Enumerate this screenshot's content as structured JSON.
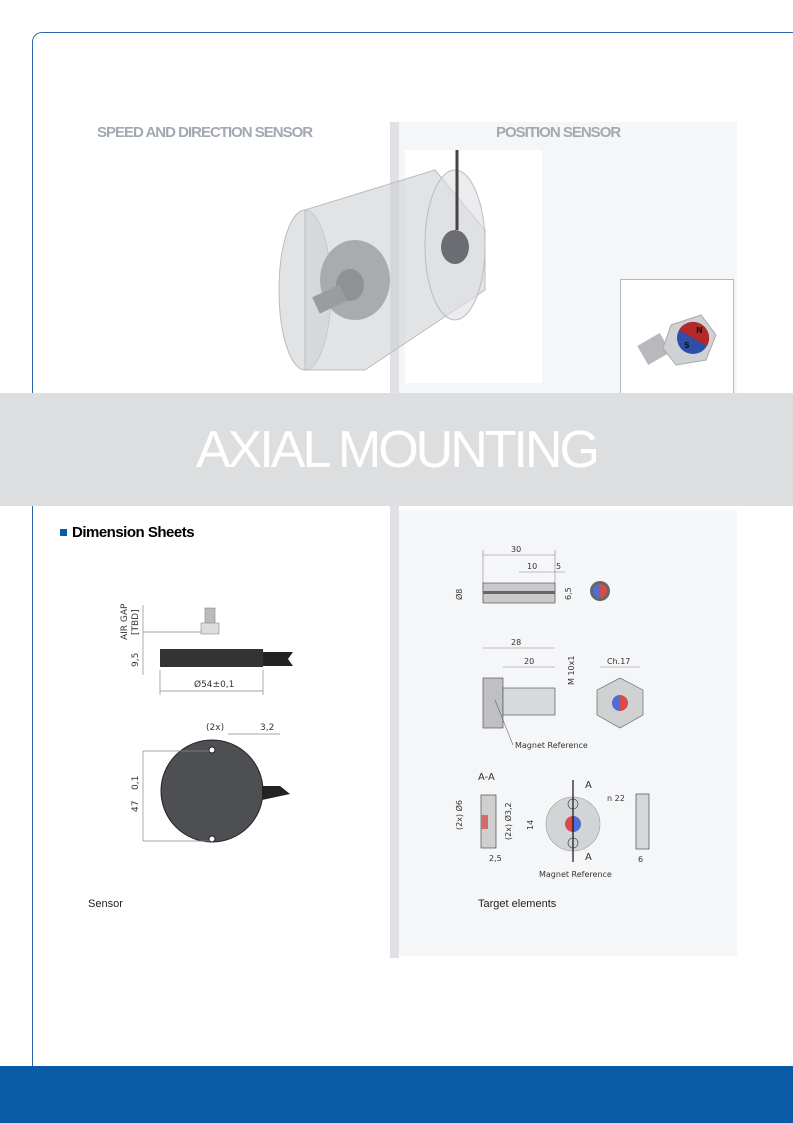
{
  "sections": {
    "left_header": "SPEED AND DIRECTION SENSOR",
    "right_header": "POSITION SENSOR"
  },
  "banner": {
    "title": "AXIAL MOUNTING"
  },
  "dimension_sheets": {
    "title": "Dimension Sheets",
    "sensor": {
      "caption": "Sensor",
      "air_gap": "AIR GAP",
      "tbd": "[TBD]",
      "height": "9,5",
      "diameter": "Ø54±0,1",
      "hole_count": "(2x)",
      "hole_dia": "3,2",
      "spacing": "47",
      "spacing_tol": "0,1"
    },
    "targets": {
      "caption": "Target elements",
      "pin": {
        "length": "30",
        "mid": "10",
        "end": "5",
        "dia": "Ø8",
        "flat": "6,5"
      },
      "bolt": {
        "length": "28",
        "thread_len": "20",
        "thread": "M 10x1",
        "hex": "Ch.17",
        "magnet_ref": "Magnet Reference"
      },
      "disc": {
        "section": "A-A",
        "section_mark": "A",
        "bore": "(2x) Ø6",
        "hole": "(2x) Ø3,2",
        "depth": "2,5",
        "spacing": "14",
        "dia": "n 22",
        "thickness": "6",
        "magnet_ref": "Magnet Reference"
      }
    }
  },
  "magnet_labels": {
    "north": "N",
    "south": "S"
  },
  "colors": {
    "brand_blue": "#0a5aa5",
    "banner_grey": "#dcdee0",
    "header_grey": "#a3a9b0"
  }
}
